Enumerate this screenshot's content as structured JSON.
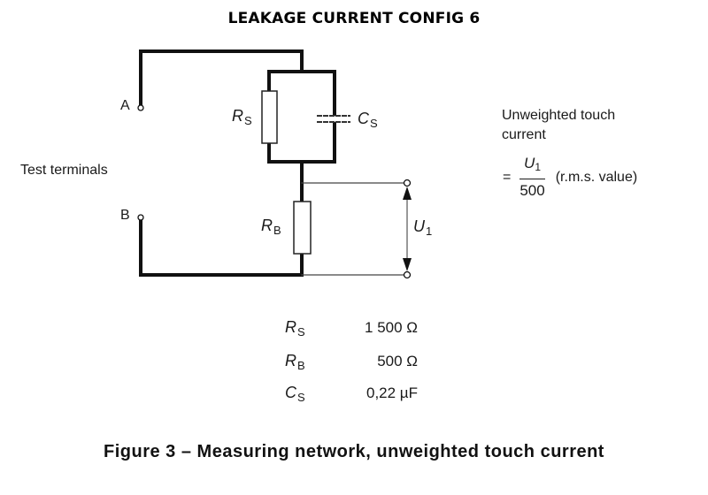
{
  "header": {
    "title": "LEAKAGE CURRENT CONFIG 6"
  },
  "diagram": {
    "terminals": {
      "a_label": "A",
      "b_label": "B",
      "group_label": "Test terminals"
    },
    "components": {
      "rs": {
        "symbol": "R",
        "subscript": "S"
      },
      "cs": {
        "symbol": "C",
        "subscript": "S"
      },
      "rb": {
        "symbol": "R",
        "subscript": "B"
      },
      "u1": {
        "symbol": "U",
        "subscript": "1"
      }
    },
    "note": {
      "line1": "Unweighted touch",
      "line2": "current",
      "equals": "=",
      "numerator_symbol": "U",
      "numerator_subscript": "1",
      "denominator": "500",
      "qualifier": "(r.m.s. value)"
    }
  },
  "values_table": [
    {
      "symbol": "R",
      "subscript": "S",
      "value": "1 500 Ω"
    },
    {
      "symbol": "R",
      "subscript": "B",
      "value": "500 Ω"
    },
    {
      "symbol": "C",
      "subscript": "S",
      "value": "0,22 µF"
    }
  ],
  "caption": "Figure 3 – Measuring network, unweighted touch current"
}
